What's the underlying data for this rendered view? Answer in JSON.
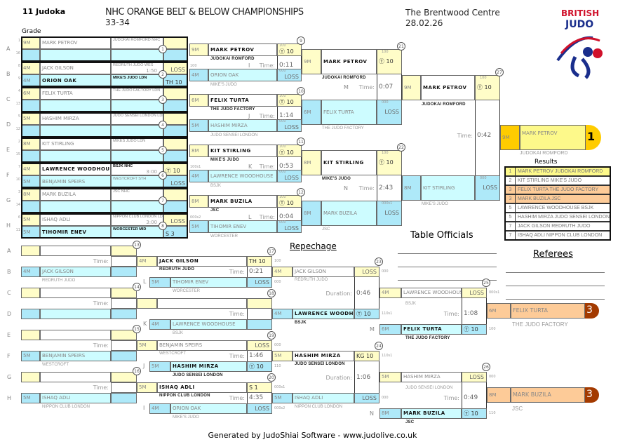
{
  "header": {
    "count": "11 Judoka",
    "title": "NHC ORANGE BELT & BELOW CHAMPIONSHIPS",
    "subtitle": "33-34",
    "venue": "The Brentwood Centre",
    "date": "28.02.26",
    "grade_label": "Grade",
    "logo_line1": "BRITISH",
    "logo_line2": "JUDO"
  },
  "round1": [
    {
      "num": "1",
      "letter": "A",
      "time": "",
      "white": {
        "seed": "1",
        "grade": "9M",
        "name": "MARK PETROV",
        "club": "JUDOKAI ROMFORD NHC",
        "score": ""
      },
      "blue": {
        "seed": "16",
        "grade": "",
        "name": "",
        "club": "",
        "score": ""
      }
    },
    {
      "num": "2",
      "letter": "B",
      "time": "1:50",
      "white": {
        "seed": "8",
        "grade": "4M",
        "name": "JACK GILSON",
        "club": "REDRUTH JUDO WES",
        "score": "LOSS"
      },
      "blue": {
        "seed": "9",
        "grade": "4M",
        "name": "ORION OAK",
        "club": "MIKE'S JUDO LDN",
        "score": "TH 10",
        "winner": true
      }
    },
    {
      "num": "3",
      "letter": "C",
      "time": "",
      "white": {
        "seed": "4",
        "grade": "6M",
        "name": "FELIX TURTA",
        "club": "THE JUDO FACTORY LDN",
        "score": ""
      },
      "blue": {
        "seed": "13",
        "grade": "",
        "name": "",
        "club": "",
        "score": ""
      }
    },
    {
      "num": "4",
      "letter": "D",
      "time": "",
      "white": {
        "seed": "5",
        "grade": "5M",
        "name": "HASHIM MIRZA",
        "club": "JUDO SENSEI LONDON LDN",
        "score": ""
      },
      "blue": {
        "seed": "12",
        "grade": "",
        "name": "",
        "club": "",
        "score": ""
      }
    },
    {
      "num": "5",
      "letter": "E",
      "time": "",
      "white": {
        "seed": "2",
        "grade": "8M",
        "name": "KIT STIRLING",
        "club": "MIKES JUDO LDN",
        "score": ""
      },
      "blue": {
        "seed": "15",
        "grade": "",
        "name": "",
        "club": "",
        "score": ""
      }
    },
    {
      "num": "6",
      "letter": "F",
      "time": "3:00",
      "white": {
        "seed": "7",
        "grade": "4M",
        "name": "LAWRENCE WOODHOUSE",
        "club": "BSJK NHC",
        "score": "Ⓣ 10",
        "winner": true
      },
      "blue": {
        "seed": "10",
        "grade": "5M",
        "name": "BENJAMIN SPEIRS",
        "club": "WESTCROFT STH",
        "score": "LOSS"
      }
    },
    {
      "num": "7",
      "letter": "G",
      "time": "",
      "white": {
        "seed": "3",
        "grade": "8M",
        "name": "MARK BUZILA",
        "club": "JSC NHC",
        "score": ""
      },
      "blue": {
        "seed": "14",
        "grade": "",
        "name": "",
        "club": "",
        "score": ""
      }
    },
    {
      "num": "8",
      "letter": "H",
      "time": "3:00",
      "white": {
        "seed": "6",
        "grade": "5M",
        "name": "ISHAQ ADLI",
        "club": "NIPPON CLUB LONDON LDN",
        "score": "LOSS"
      },
      "blue": {
        "seed": "11",
        "grade": "5M",
        "name": "TIHOMIR ENEV",
        "club": "WORCESTER MID",
        "score": "S 3",
        "winner": true
      }
    }
  ],
  "round2": [
    {
      "num": "9",
      "letter": "I",
      "time": "0:11",
      "white": {
        "grade": "9M",
        "name": "MARK PETROV",
        "club": "JUDOKAI ROMFORD",
        "score": "Ⓣ 10",
        "pts": "100",
        "winner": true
      },
      "blue": {
        "grade": "4M",
        "name": "ORION OAK",
        "club": "MIKE'S JUDO",
        "score": "LOSS",
        "pts": "000",
        "lpts": "100"
      }
    },
    {
      "num": "10",
      "letter": "J",
      "time": "1:14",
      "white": {
        "grade": "6M",
        "name": "FELIX TURTA",
        "club": "THE JUDO FACTORY",
        "score": "Ⓣ 10",
        "pts": "100",
        "winner": true
      },
      "blue": {
        "grade": "5M",
        "name": "HASHIM MIRZA",
        "club": "JUDO SENSEI LONDON",
        "score": "LOSS",
        "pts": "000"
      }
    },
    {
      "num": "11",
      "letter": "K",
      "time": "0:53",
      "white": {
        "grade": "8M",
        "name": "KIT STIRLING",
        "club": "MIKE'S JUDO",
        "score": "Ⓣ 10",
        "pts": "100",
        "winner": true
      },
      "blue": {
        "grade": "4M",
        "name": "LAWRENCE WOODHOUSE",
        "club": "BSJK",
        "score": "LOSS",
        "pts": "000",
        "lpts": "100s1"
      }
    },
    {
      "num": "12",
      "letter": "L",
      "time": "0:04",
      "white": {
        "grade": "8M",
        "name": "MARK BUZILA",
        "club": "JSC",
        "score": "Ⓣ 10",
        "pts": "100",
        "winner": true
      },
      "blue": {
        "grade": "5M",
        "name": "TIHOMIR ENEV",
        "club": "WORCESTER",
        "score": "LOSS",
        "pts": "000",
        "lpts": "000s2"
      }
    }
  ],
  "round3": [
    {
      "num": "21",
      "letter": "M",
      "time": "0:07",
      "white": {
        "grade": "9M",
        "name": "MARK PETROV",
        "club": "JUDOKAI ROMFORD",
        "score": "Ⓣ 10",
        "pts": "100",
        "winner": true
      },
      "blue": {
        "grade": "6M",
        "name": "FELIX TURTA",
        "club": "THE JUDO FACTORY",
        "score": "LOSS",
        "pts": "000"
      }
    },
    {
      "num": "22",
      "letter": "N",
      "time": "2:43",
      "white": {
        "grade": "8M",
        "name": "KIT STIRLING",
        "club": "MIKE'S JUDO",
        "score": "Ⓣ 10",
        "pts": "100",
        "winner": true
      },
      "blue": {
        "grade": "8M",
        "name": "MARK BUZILA",
        "club": "JSC",
        "score": "LOSS",
        "pts": "000s1"
      }
    }
  ],
  "final": {
    "num": "27",
    "time": "0:42",
    "white": {
      "grade": "9M",
      "name": "MARK PETROV",
      "club": "JUDOKAI ROMFORD",
      "score": "Ⓣ 10",
      "pts": "100",
      "winner": true
    },
    "blue": {
      "grade": "8M",
      "name": "KIT STIRLING",
      "club": "MIKE'S JUDO",
      "score": "LOSS",
      "pts": "000"
    }
  },
  "winner": {
    "grade": "9M",
    "name": "MARK PETROV",
    "club": "JUDOKAI ROMFORD",
    "place": "1"
  },
  "labels": {
    "time": "Time:",
    "duration": "Duration:",
    "repechage": "Repechage",
    "table_officials": "Table Officials",
    "referees": "Referees",
    "results": "Results"
  },
  "rep_left": [
    {
      "num": "13",
      "top": {
        "letter": "A",
        "grade": "",
        "name": "",
        "club": ""
      },
      "bottom": {
        "letter": "B",
        "grade": "4M",
        "name": "JACK GILSON",
        "club": "REDRUTH JUDO"
      }
    },
    {
      "num": "14",
      "top": {
        "letter": "C",
        "grade": "",
        "name": "",
        "club": ""
      },
      "bottom": {
        "letter": "D",
        "grade": "",
        "name": "",
        "club": ""
      }
    },
    {
      "num": "15",
      "top": {
        "letter": "E",
        "grade": "",
        "name": "",
        "club": ""
      },
      "bottom": {
        "letter": "F",
        "grade": "5M",
        "name": "BENJAMIN SPEIRS",
        "club": "WESTCROFT"
      }
    },
    {
      "num": "16",
      "top": {
        "letter": "G",
        "grade": "",
        "name": "",
        "club": ""
      },
      "bottom": {
        "letter": "H",
        "grade": "5M",
        "name": "ISHAQ ADLI",
        "club": "NIPPON CLUB LONDON"
      }
    }
  ],
  "rep_r2": [
    {
      "num": "17",
      "letter": "L",
      "time": "0:21",
      "white": {
        "grade": "4M",
        "name": "JACK GILSON",
        "club": "REDRUTH JUDO",
        "score": "TH 10",
        "pts": "100",
        "winner": true
      },
      "blue": {
        "grade": "5M",
        "name": "TIHOMIR ENEV",
        "club": "WORCESTER",
        "score": "LOSS",
        "pts": "000"
      }
    },
    {
      "num": "18",
      "letter": "K",
      "time": "",
      "white": {
        "grade": "",
        "name": "",
        "club": "",
        "score": "",
        "pts": ""
      },
      "blue": {
        "grade": "4M",
        "name": "LAWRENCE WOODHOUSE",
        "club": "BSJK",
        "score": "",
        "pts": ""
      }
    },
    {
      "num": "19",
      "letter": "J",
      "time": "1:46",
      "white": {
        "grade": "5M",
        "name": "BENJAMIN SPEIRS",
        "club": "WESTCROFT",
        "score": "LOSS",
        "pts": "000"
      },
      "blue": {
        "grade": "5M",
        "name": "HASHIM MIRZA",
        "club": "JUDO SENSEI LONDON",
        "score": "Ⓣ 10",
        "pts": "110",
        "winner": true
      }
    },
    {
      "num": "20",
      "letter": "I",
      "time": "4:35",
      "white": {
        "grade": "5M",
        "name": "ISHAQ ADLI",
        "club": "NIPPON CLUB LONDON",
        "score": "S 1",
        "pts": "000s1",
        "winner": true
      },
      "blue": {
        "grade": "4M",
        "name": "ORION OAK",
        "club": "MIKE'S JUDO",
        "score": "LOSS",
        "pts": "000s2"
      }
    }
  ],
  "rep_r3": [
    {
      "num": "23",
      "time": "0:46",
      "white": {
        "grade": "4M",
        "name": "JACK GILSON",
        "club": "REDRUTH JUDO",
        "score": "LOSS",
        "pts": "000"
      },
      "blue": {
        "grade": "4M",
        "name": "LAWRENCE WOODHOUSE",
        "club": "BSJK",
        "score": "Ⓣ 10",
        "pts": "110s1",
        "winner": true
      }
    },
    {
      "num": "24",
      "time": "1:06",
      "white": {
        "grade": "5M",
        "name": "HASHIM MIRZA",
        "club": "JUDO SENSEI LONDON",
        "score": "KG 10",
        "pts": "110s1",
        "winner": true
      },
      "blue": {
        "grade": "5M",
        "name": "ISHAQ ADLI",
        "club": "NIPPON CLUB LONDON",
        "score": "LOSS",
        "pts": "000"
      }
    }
  ],
  "bronze_matches": [
    {
      "num": "25",
      "letter": "M",
      "time": "1:08",
      "white": {
        "grade": "4M",
        "name": "LAWRENCE WOODHOUSE",
        "club": "BSJK",
        "score": "LOSS",
        "pts": "000s1"
      },
      "blue": {
        "grade": "6M",
        "name": "FELIX TURTA",
        "club": "THE JUDO FACTORY",
        "score": "Ⓣ 10",
        "pts": "100",
        "winner": true
      }
    },
    {
      "num": "26",
      "letter": "N",
      "time": "0:49",
      "white": {
        "grade": "5M",
        "name": "HASHIM MIRZA",
        "club": "JUDO SENSEI LONDON",
        "score": "LOSS",
        "pts": "000"
      },
      "blue": {
        "grade": "8M",
        "name": "MARK BUZILA",
        "club": "JSC",
        "score": "Ⓣ 10",
        "pts": "110",
        "winner": true
      }
    }
  ],
  "bronze": [
    {
      "grade": "6M",
      "name": "FELIX TURTA",
      "club": "THE JUDO FACTORY",
      "place": "3"
    },
    {
      "grade": "8M",
      "name": "MARK BUZILA",
      "club": "JSC",
      "place": "3"
    }
  ],
  "results": [
    {
      "place": "1",
      "text": "MARK PETROV JUDOKAI ROMFORD",
      "color": "#fdf98a"
    },
    {
      "place": "2",
      "text": "KIT STIRLING MIKE'S JUDO",
      "color": "#ffffff"
    },
    {
      "place": "3",
      "text": "FELIX TURTA THE JUDO FACTORY",
      "color": "#fdcb98"
    },
    {
      "place": "3",
      "text": "MARK BUZILA JSC",
      "color": "#fdcb98"
    },
    {
      "place": "5",
      "text": "LAWRENCE WOODHOUSE BSJK",
      "color": "#ffffff"
    },
    {
      "place": "5",
      "text": "HASHIM MIRZA JUDO SENSEI LONDON",
      "color": "#ffffff"
    },
    {
      "place": "7",
      "text": "JACK GILSON REDRUTH JUDO",
      "color": "#ffffff"
    },
    {
      "place": "7",
      "text": "ISHAQ ADLI NIPPON CLUB LONDON",
      "color": "#ffffff"
    }
  ],
  "footer": "Generated by JudoShiai Software - www.judolive.co.uk"
}
